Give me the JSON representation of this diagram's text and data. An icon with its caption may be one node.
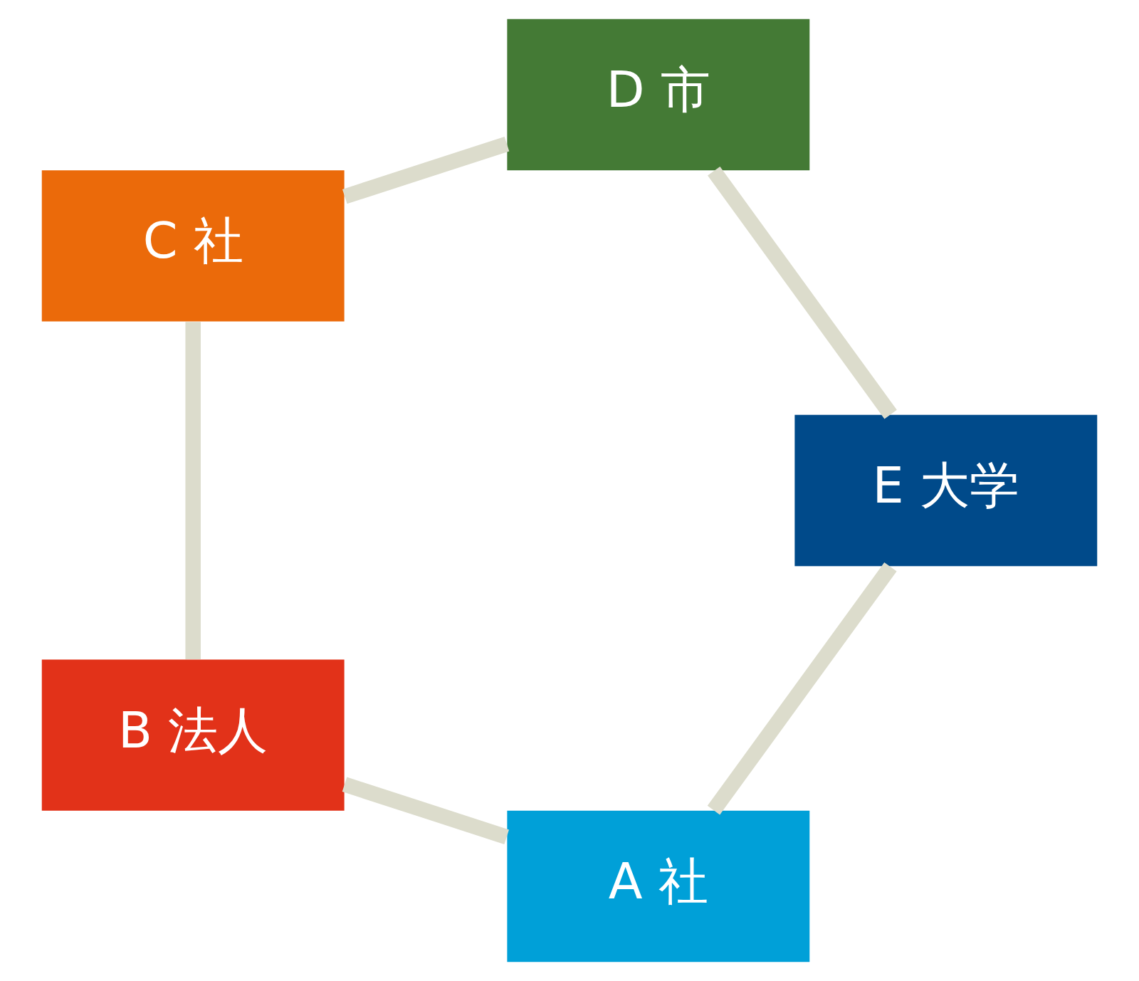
{
  "diagram": {
    "nodes": [
      {
        "text": [
          "A 社"
        ]
      },
      {
        "text": [
          "B 法人"
        ]
      },
      {
        "text": [
          "C 社"
        ]
      },
      {
        "text": [
          "D 市"
        ]
      },
      {
        "text": [
          "E 大学"
        ]
      }
    ],
    "edges": [
      {
        "from": 0,
        "to": 1,
        "arrow": "none"
      },
      {
        "from": 1,
        "to": 2,
        "arrow": "none"
      },
      {
        "from": 2,
        "to": 3,
        "arrow": "none"
      },
      {
        "from": 3,
        "to": 4,
        "arrow": "none"
      },
      {
        "from": 4,
        "to": 0,
        "arrow": "none"
      }
    ]
  }
}
